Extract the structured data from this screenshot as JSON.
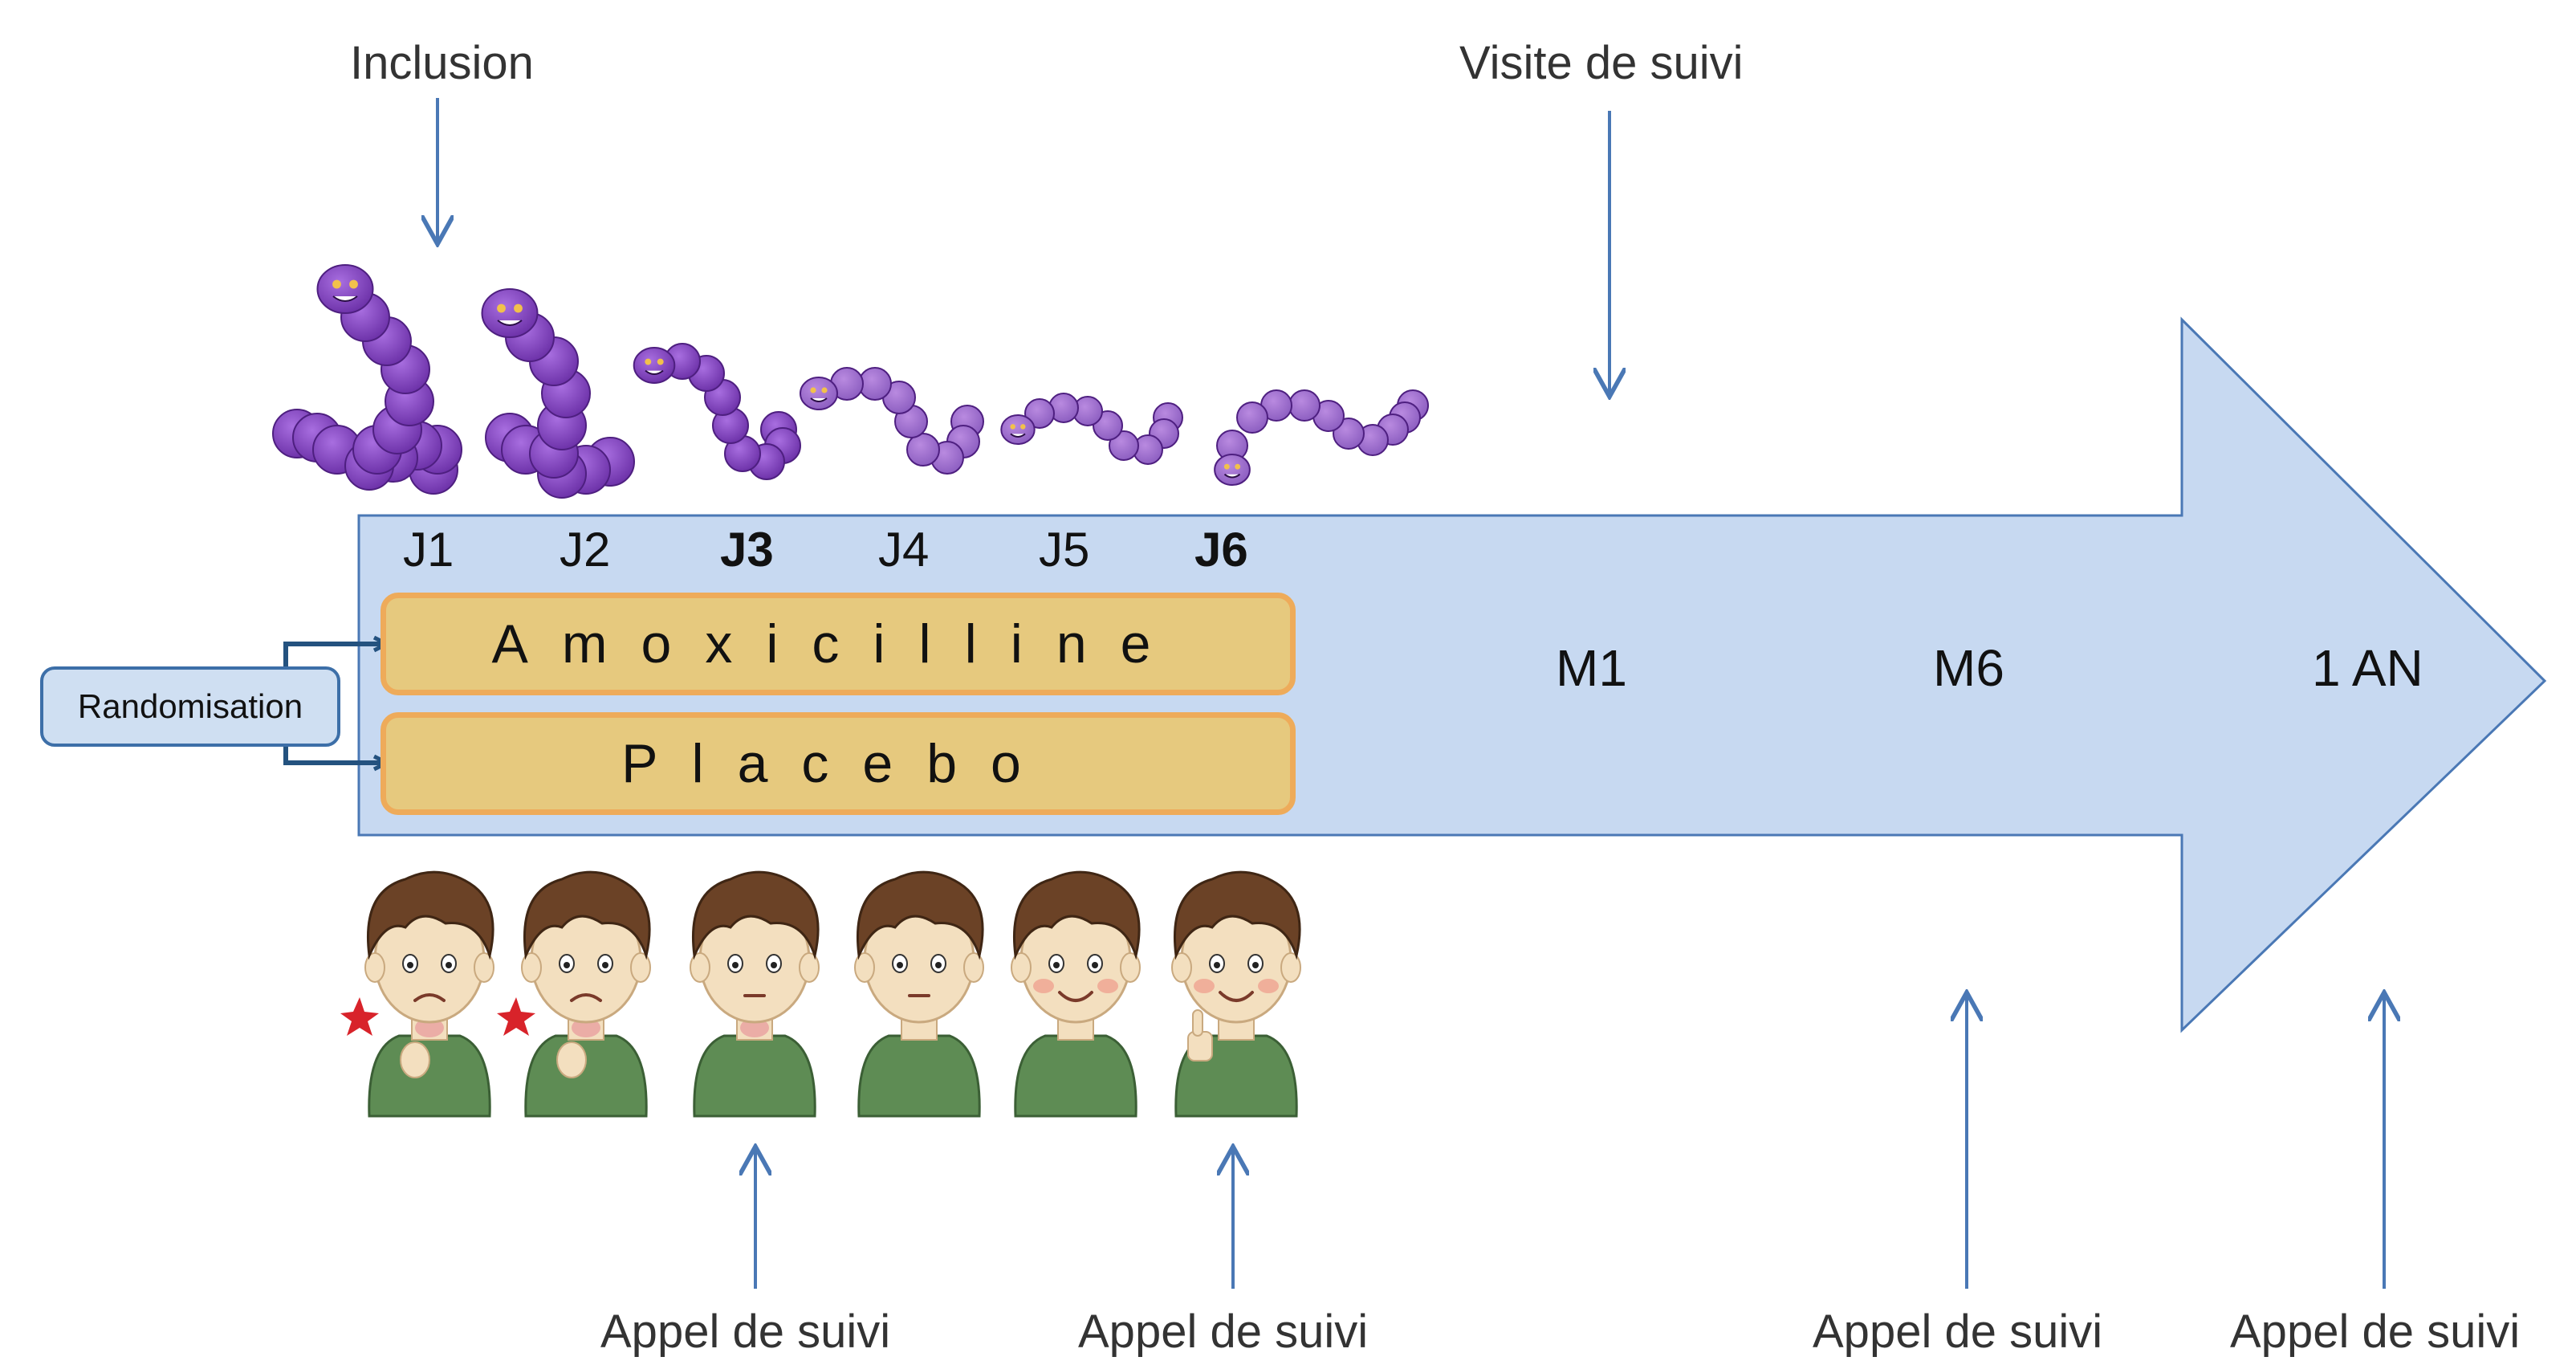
{
  "annotations": {
    "inclusion": "Inclusion",
    "followup_visit": "Visite de suivi",
    "followup_call_j3": "Appel de suivi",
    "followup_call_j6": "Appel de suivi",
    "followup_call_m6": "Appel de suivi",
    "followup_call_1an": "Appel de suivi"
  },
  "days": [
    {
      "label": "J1",
      "bold": false
    },
    {
      "label": "J2",
      "bold": false
    },
    {
      "label": "J3",
      "bold": true
    },
    {
      "label": "J4",
      "bold": false
    },
    {
      "label": "J5",
      "bold": false
    },
    {
      "label": "J6",
      "bold": true
    }
  ],
  "arms": {
    "treatment": "Amoxicilline",
    "placebo": "Placebo"
  },
  "randomisation": "Randomisation",
  "milestones": {
    "m1": "M1",
    "m6": "M6",
    "one_year": "1 AN"
  },
  "colors": {
    "arrow_fill": "#c7d9f1",
    "arrow_stroke": "#4a78b5",
    "bar_fill": "#e6c97e",
    "bar_border": "#eeab5a",
    "worm": "#8a4fc4",
    "shirt": "#5e8c54"
  },
  "icons": [
    "down-arrow-icon",
    "up-arrow-icon",
    "worm-icon",
    "boy-icon"
  ]
}
